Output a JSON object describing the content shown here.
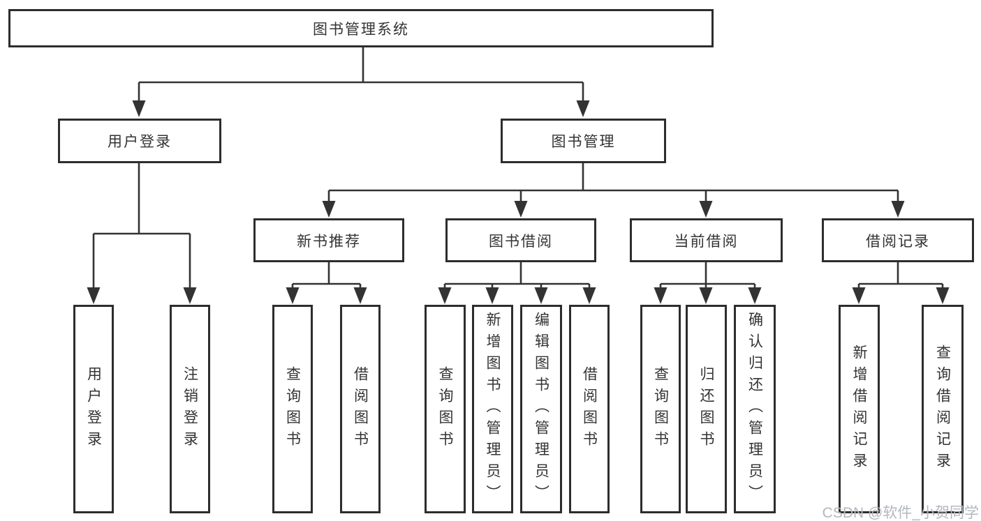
{
  "diagram": {
    "root": {
      "label": "图书管理系统",
      "children": [
        {
          "label": "用户登录",
          "children": [
            {
              "label": "用户登录"
            },
            {
              "label": "注销登录"
            }
          ]
        },
        {
          "label": "图书管理",
          "children": [
            {
              "label": "新书推荐",
              "children": [
                {
                  "label": "查询图书"
                },
                {
                  "label": "借阅图书"
                }
              ]
            },
            {
              "label": "图书借阅",
              "children": [
                {
                  "label": "查询图书"
                },
                {
                  "label": "新增图书（管理员）"
                },
                {
                  "label": "编辑图书（管理员）"
                },
                {
                  "label": "借阅图书"
                }
              ]
            },
            {
              "label": "当前借阅",
              "children": [
                {
                  "label": "查询图书"
                },
                {
                  "label": "归还图书"
                },
                {
                  "label": "确认归还（管理员）"
                }
              ]
            },
            {
              "label": "借阅记录",
              "children": [
                {
                  "label": "新增借阅记录"
                },
                {
                  "label": "查询借阅记录"
                }
              ]
            }
          ]
        }
      ]
    }
  },
  "watermark": {
    "text": "CSDN @软件_小贺同学"
  },
  "colors": {
    "line": "#333333",
    "box_border": "#2d2d2d",
    "box_fill": "#ffffff",
    "text": "#333333",
    "watermark": "#b3b7bd",
    "background": "#ffffff"
  }
}
